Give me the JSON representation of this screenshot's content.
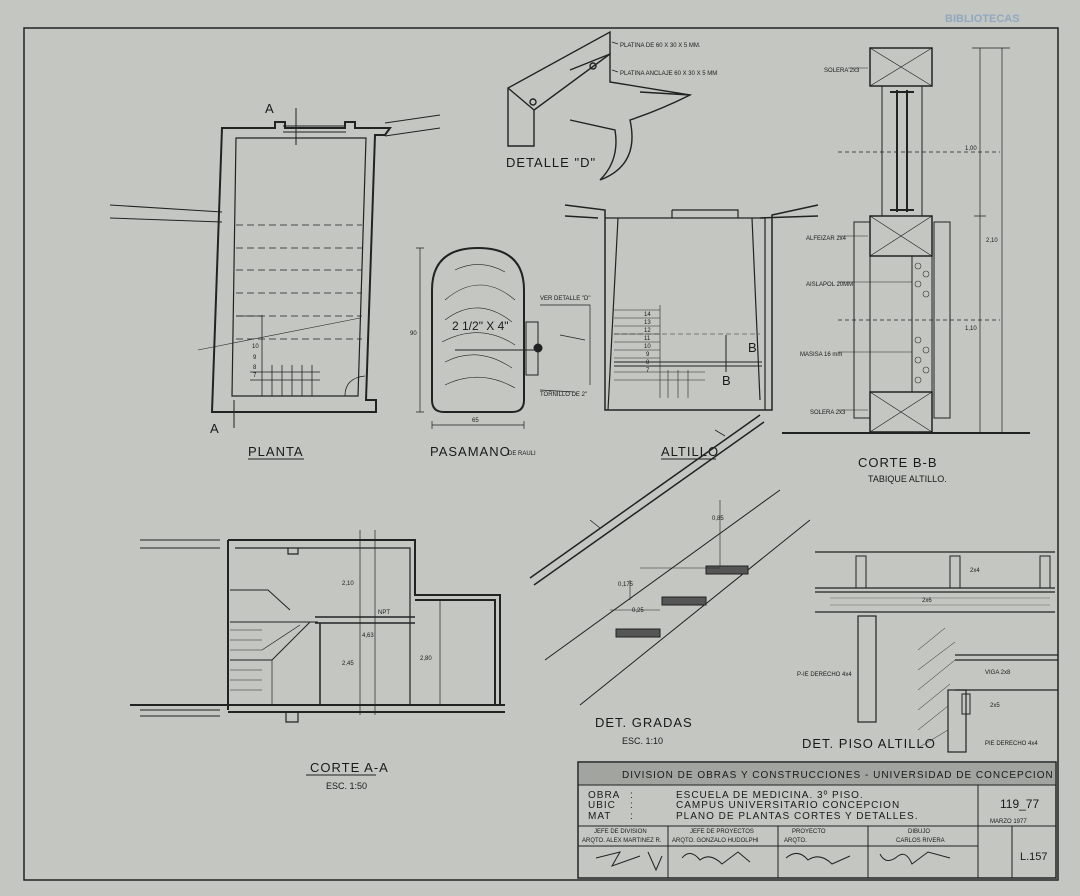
{
  "watermark": "BIBLIOTECAS",
  "views": {
    "planta": {
      "title": "PLANTA",
      "section_mark": "A"
    },
    "pasamano": {
      "title": "PASAMANO",
      "subtitle": "DE RAULI",
      "size_label": "2 1/2\" X 4\"",
      "ver_detalle": "VER DETALLE \"D\"",
      "tornillo": "TORNILLO DE 2\"",
      "dim_height": "90",
      "dim_width": "65"
    },
    "detalle_d": {
      "title": "DETALLE \"D\"",
      "note1": "PLATINA DE 60 X 30 X 5 MM.",
      "note2": "PLATINA ANCLAJE 60 X 30 X 5 MM"
    },
    "altillo": {
      "title": "ALTILLO",
      "section_mark": "B"
    },
    "corte_bb": {
      "title": "CORTE B-B",
      "subtitle": "TABIQUE ALTILLO.",
      "solera_top": "SOLERA 2x3",
      "alfeizar": "ALFEIZAR 2x4",
      "aislapol": "AISLAPOL 20MM",
      "masisa": "MASISA 16 mm",
      "solera_bottom": "SOLERA 2x3",
      "dim_total": "2,10",
      "dim_upper": "1,00",
      "dim_lower": "1,10"
    },
    "corte_aa": {
      "title": "CORTE A-A",
      "scale": "ESC. 1:50",
      "dim_upper": "2,10",
      "dim_lower": "2,45",
      "dim_right": "2,80",
      "dim_level": "4,63",
      "npt": "NPT"
    },
    "det_gradas": {
      "title": "DET. GRADAS",
      "scale": "ESC. 1:10",
      "dim1": "0,175",
      "dim2": "0,25",
      "dim3": "0,85"
    },
    "det_piso": {
      "title": "DET. PISO ALTILLO",
      "board1": "2x4",
      "board2": "2x6",
      "viga": "VIGA 2x8",
      "pie1": "P-IE DERECHO 4x4",
      "pie2": "PIE DERECHO 4x4",
      "small": "2x5"
    }
  },
  "stair_numbers": [
    "7",
    "8",
    "9",
    "10",
    "11",
    "12",
    "13",
    "14"
  ],
  "title_block": {
    "header": "DIVISION DE OBRAS Y CONSTRUCCIONES - UNIVERSIDAD DE CONCEPCION",
    "rows": [
      {
        "key": "OBRA",
        "value": "ESCUELA DE MEDICINA. 3º PISO."
      },
      {
        "key": "UBIC",
        "value": "CAMPUS UNIVERSITARIO CONCEPCION"
      },
      {
        "key": "MAT",
        "value": "PLANO DE PLANTAS CORTES Y DETALLES."
      }
    ],
    "number": "119_77",
    "date": "MARZO 1977",
    "sheet": "L.157",
    "signatures": [
      {
        "role": "JEFE DE DIVISION",
        "name": "ARQTO. ALEX MARTINEZ R."
      },
      {
        "role": "JEFE DE PROYECTOS",
        "name": "ARQTO. GONZALO HUDOLPHI"
      },
      {
        "role": "PROYECTO",
        "name": "ARQTO."
      },
      {
        "role": "DIBUJO",
        "name": "CARLOS RIVERA"
      }
    ]
  }
}
